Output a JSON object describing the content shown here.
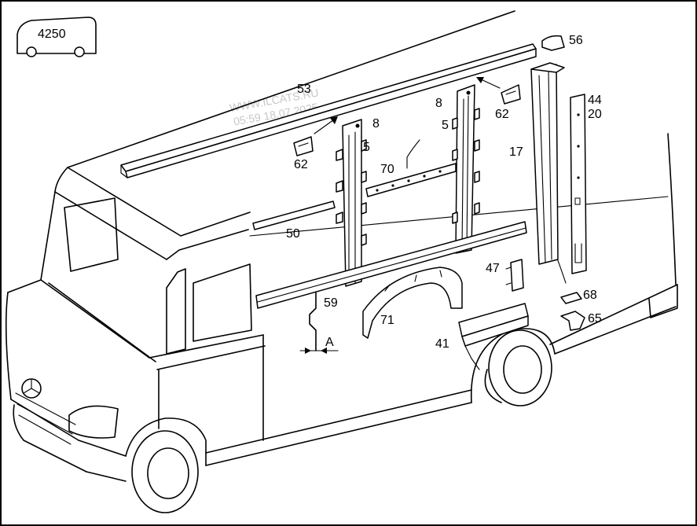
{
  "model_badge": {
    "text": "4250"
  },
  "watermark": {
    "line1": "WWW.ILCATS.RU",
    "line2": "05:59 18.07.2025"
  },
  "labels": {
    "p56": "56",
    "p53": "53",
    "p8a": "8",
    "p8b": "8",
    "p5a": "5",
    "p5b": "5",
    "p62a": "62",
    "p62b": "62",
    "p44": "44",
    "p20": "20",
    "p17": "17",
    "p70": "70",
    "p50": "50",
    "p47": "47",
    "p59": "59",
    "p71": "71",
    "p68": "68",
    "p65": "65",
    "p41": "41",
    "pA": "A"
  }
}
